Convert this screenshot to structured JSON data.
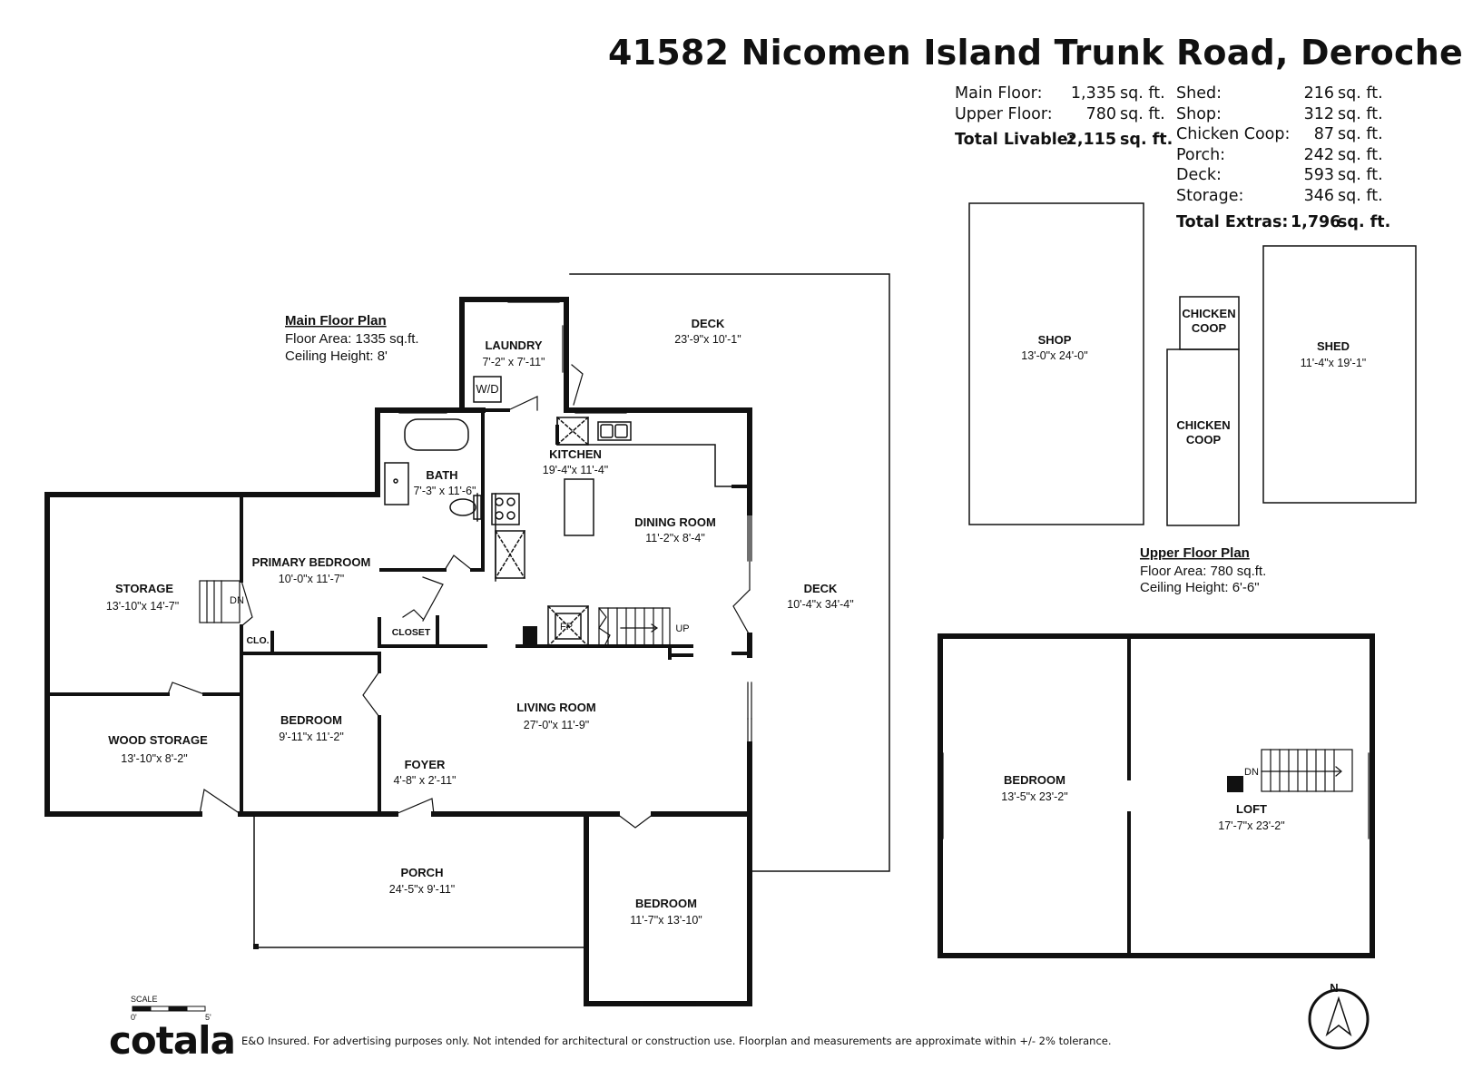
{
  "header": {
    "address": "41582 Nicomen Island Trunk Road, Deroche"
  },
  "areas_left": [
    {
      "label": "Main Floor:",
      "value": "1,335",
      "unit": "sq. ft."
    },
    {
      "label": "Upper Floor:",
      "value": "780",
      "unit": "sq. ft."
    }
  ],
  "total_livable": {
    "label": "Total Livable:",
    "value": "2,115",
    "unit": "sq. ft."
  },
  "areas_right": [
    {
      "label": "Shed:",
      "value": "216",
      "unit": "sq. ft."
    },
    {
      "label": "Shop:",
      "value": "312",
      "unit": "sq. ft."
    },
    {
      "label": "Chicken Coop:",
      "value": "87",
      "unit": "sq. ft."
    },
    {
      "label": "Porch:",
      "value": "242",
      "unit": "sq. ft."
    },
    {
      "label": "Deck:",
      "value": "593",
      "unit": "sq. ft."
    },
    {
      "label": "Storage:",
      "value": "346",
      "unit": "sq. ft."
    }
  ],
  "total_extras": {
    "label": "Total Extras:",
    "value": "1,796",
    "unit": "sq. ft."
  },
  "main_plan_info": {
    "title": "Main Floor Plan",
    "area": "Floor Area: 1335 sq.ft.",
    "ceiling": "Ceiling Height: 8'"
  },
  "upper_plan_info": {
    "title": "Upper Floor Plan",
    "area": "Floor Area: 780 sq.ft.",
    "ceiling": "Ceiling Height: 6'-6\""
  },
  "rooms": {
    "laundry": {
      "name": "LAUNDRY",
      "dims": "7'-2\" x 7'-11\""
    },
    "deck_top": {
      "name": "DECK",
      "dims": "23'-9\"x 10'-1\""
    },
    "bath": {
      "name": "BATH",
      "dims": "7'-3\" x 11'-6\""
    },
    "kitchen": {
      "name": "KITCHEN",
      "dims": "19'-4\"x 11'-4\""
    },
    "dining": {
      "name": "DINING ROOM",
      "dims": "11'-2\"x 8'-4\""
    },
    "deck_right": {
      "name": "DECK",
      "dims": "10'-4\"x 34'-4\""
    },
    "storage": {
      "name": "STORAGE",
      "dims": "13'-10\"x 14'-7\""
    },
    "primary": {
      "name": "PRIMARY BEDROOM",
      "dims": "10'-0\"x 11'-7\""
    },
    "wood": {
      "name": "WOOD STORAGE",
      "dims": "13'-10\"x 8'-2\""
    },
    "bedroom1": {
      "name": "BEDROOM",
      "dims": "9'-11\"x 11'-2\""
    },
    "living": {
      "name": "LIVING ROOM",
      "dims": "27'-0\"x 11'-9\""
    },
    "foyer": {
      "name": "FOYER",
      "dims": "4'-8\" x 2'-11\""
    },
    "porch": {
      "name": "PORCH",
      "dims": "24'-5\"x 9'-11\""
    },
    "bedroom2": {
      "name": "BEDROOM",
      "dims": "11'-7\"x 13'-10\""
    },
    "shop": {
      "name": "SHOP",
      "dims": "13'-0\"x 24'-0\""
    },
    "coop1": {
      "name": "CHICKEN",
      "name2": "COOP"
    },
    "coop2": {
      "name": "CHICKEN",
      "name2": "COOP"
    },
    "shed": {
      "name": "SHED",
      "dims": "11'-4\"x 19'-1\""
    },
    "up_bedroom": {
      "name": "BEDROOM",
      "dims": "13'-5\"x 23'-2\""
    },
    "loft": {
      "name": "LOFT",
      "dims": "17'-7\"x 23'-2\""
    }
  },
  "small_labels": {
    "closet": "CLOSET",
    "clo": "CLO.",
    "wd": "W/D",
    "fp": "FP",
    "up": "UP",
    "dn": "DN",
    "dn_upper": "DN",
    "north": "N"
  },
  "scale": {
    "label": "SCALE",
    "zero": "0'",
    "five": "5'"
  },
  "footer": {
    "logo": "cotala",
    "disclaimer": "E&O Insured. For advertising purposes only. Not intended for architectural or construction use. Floorplan and measurements are approximate within +/- 2% tolerance."
  }
}
